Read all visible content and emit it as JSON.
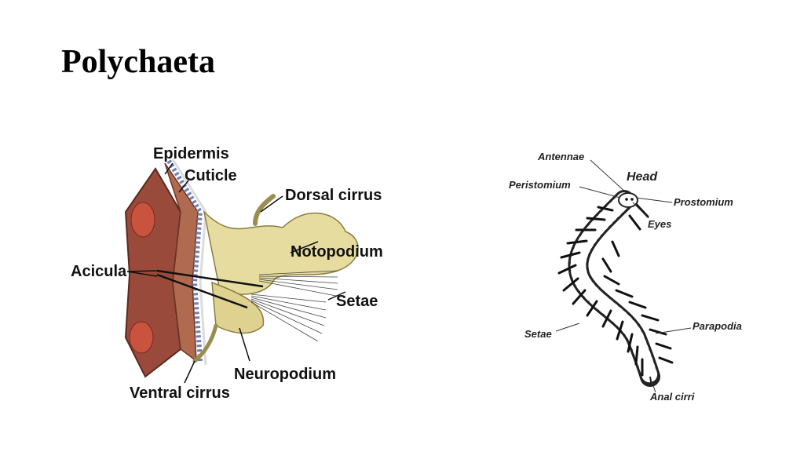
{
  "slide": {
    "title": "Polychaeta"
  },
  "parapodium_diagram": {
    "labels": {
      "epidermis": "Epidermis",
      "cuticle": "Cuticle",
      "dorsal_cirrus": "Dorsal cirrus",
      "notopodium": "Notopodium",
      "acicula": "Acicula",
      "setae": "Setae",
      "neuropodium": "Neuropodium",
      "ventral_cirrus": "Ventral cirrus"
    }
  },
  "worm_diagram": {
    "labels": {
      "antennae": "Antennae",
      "head": "Head",
      "peristomium": "Peristomium",
      "prostomium": "Prostomium",
      "eyes": "Eyes",
      "setae": "Setae",
      "parapodia": "Parapodia",
      "anal_cirri": "Anal cirri"
    }
  }
}
